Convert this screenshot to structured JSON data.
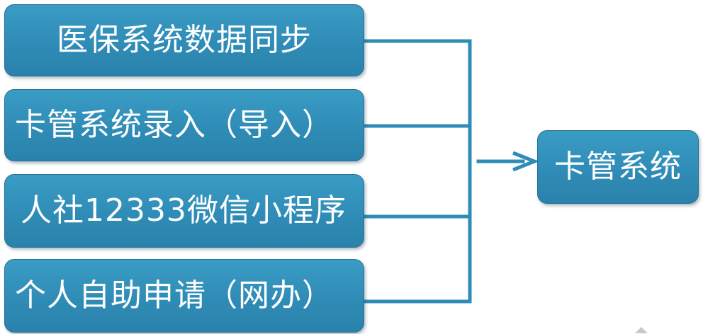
{
  "sources": [
    {
      "label": "医保系统数据同步"
    },
    {
      "label": "卡管系统录入（导入）"
    },
    {
      "label": "人社12333微信小程序"
    },
    {
      "label": "个人自助申请（网办）"
    }
  ],
  "target": {
    "label": "卡管系统"
  },
  "colors": {
    "box_fill": "#2f8cb6",
    "box_border": "#2a6f8f",
    "connector": "#2f8cb6",
    "text": "#ffffff"
  }
}
